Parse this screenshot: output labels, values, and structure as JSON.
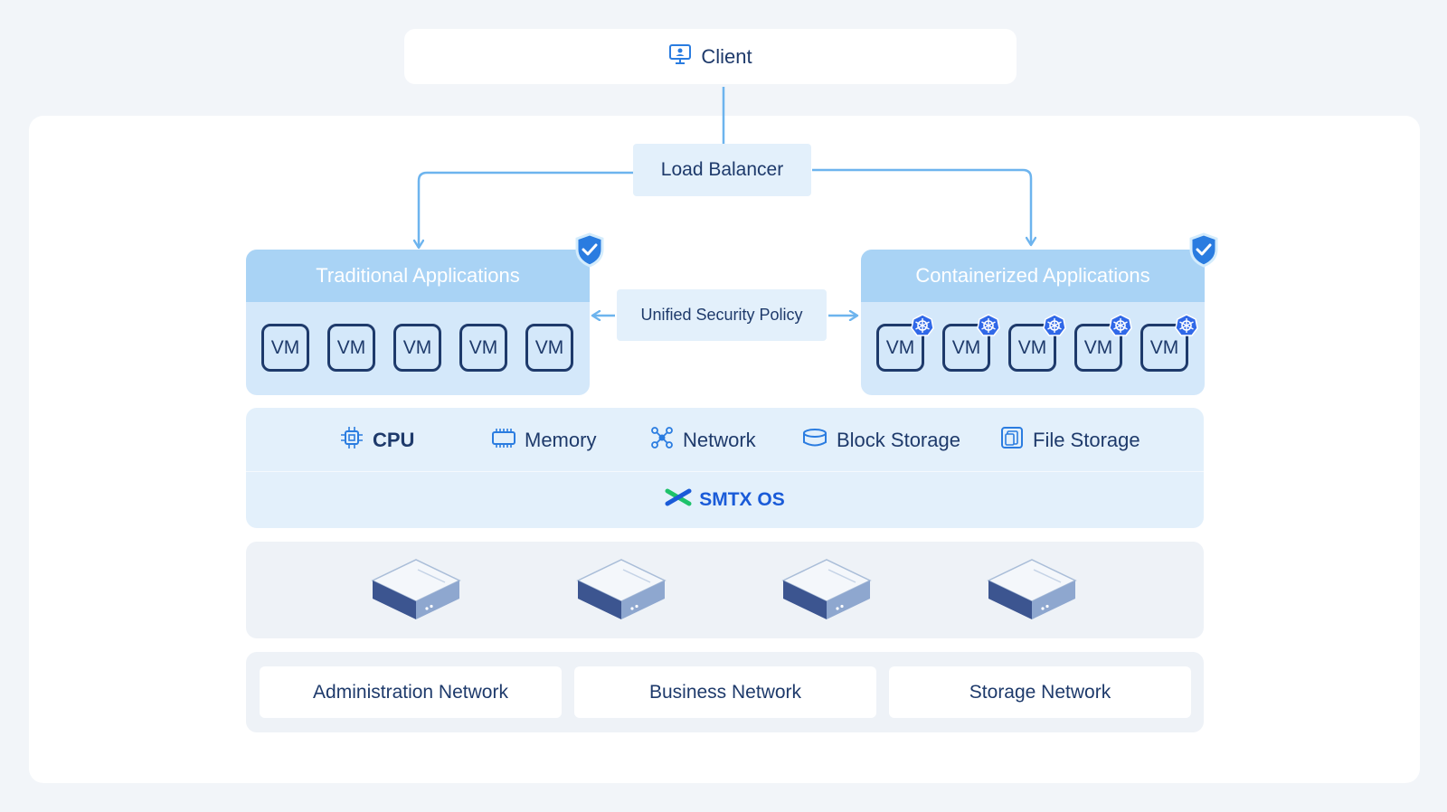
{
  "client": {
    "label": "Client",
    "icon": "monitor-user-icon"
  },
  "load_balancer": {
    "label": "Load Balancer"
  },
  "security_policy": {
    "label": "Unified Security Policy"
  },
  "traditional": {
    "title": "Traditional Applications",
    "badge_icon": "shield-check-icon",
    "vms": [
      "VM",
      "VM",
      "VM",
      "VM",
      "VM"
    ]
  },
  "containerized": {
    "title": "Containerized Applications",
    "badge_icon": "shield-check-icon",
    "vms": [
      "VM",
      "VM",
      "VM",
      "VM",
      "VM"
    ],
    "vm_badge_icon": "kubernetes-icon"
  },
  "resources": [
    {
      "label": "CPU",
      "icon": "cpu-icon"
    },
    {
      "label": "Memory",
      "icon": "memory-icon"
    },
    {
      "label": "Network",
      "icon": "network-icon"
    },
    {
      "label": "Block Storage",
      "icon": "block-storage-icon"
    },
    {
      "label": "File Storage",
      "icon": "file-storage-icon"
    }
  ],
  "os": {
    "label": "SMTX OS",
    "icon": "smtx-logo-icon"
  },
  "servers": {
    "count": 4,
    "icon": "server-icon"
  },
  "networks": [
    {
      "label": "Administration Network"
    },
    {
      "label": "Business Network"
    },
    {
      "label": "Storage Network"
    }
  ],
  "colors": {
    "page_bg": "#f2f5f9",
    "panel_light": "#e3f0fb",
    "app_panel": "#d4e8fa",
    "app_header": "#a9d3f5",
    "connector": "#6db4ee",
    "text": "#1e3a6b",
    "brand_blue": "#1a5bd8",
    "brand_green": "#1ec26a",
    "k8s_blue": "#3068e8"
  }
}
